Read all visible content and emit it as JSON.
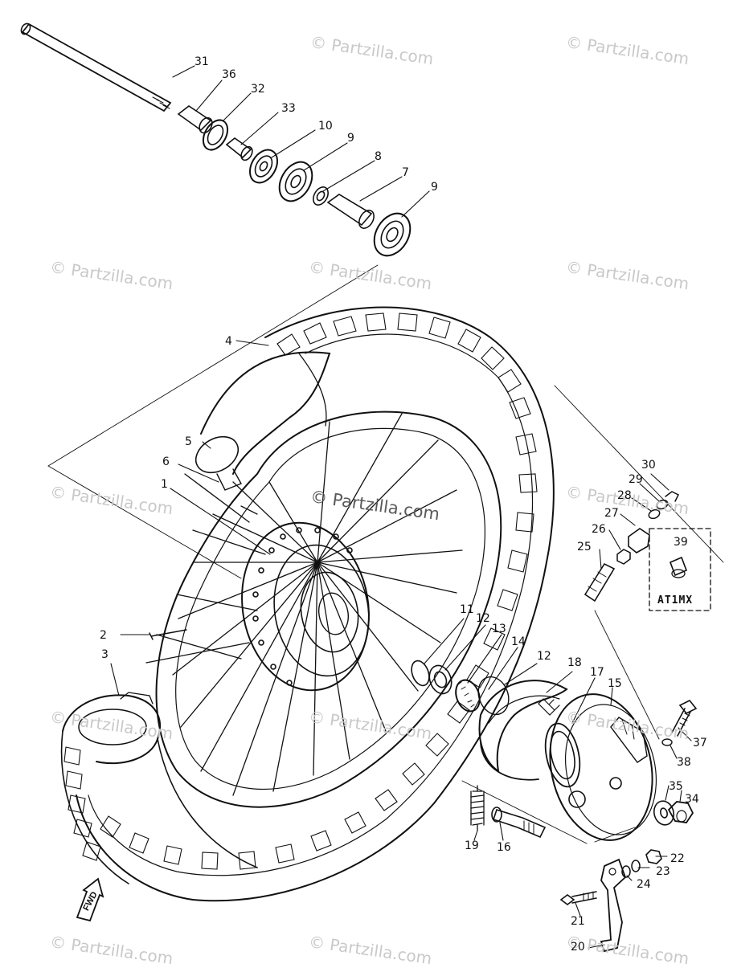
{
  "watermark": {
    "text": "© Partzilla.com",
    "center_text": "© Partzilla.com"
  },
  "callouts": [
    "31",
    "36",
    "32",
    "33",
    "10",
    "9",
    "8",
    "7",
    "9",
    "4",
    "5",
    "6",
    "1",
    "2",
    "3",
    "11",
    "12",
    "13",
    "14",
    "12",
    "18",
    "17",
    "15",
    "30",
    "29",
    "28",
    "27",
    "26",
    "25",
    "39",
    "37",
    "38",
    "35",
    "34",
    "22",
    "23",
    "24",
    "21",
    "20",
    "19",
    "16"
  ],
  "variant_label": "AT1MX",
  "direction_label": "FWD",
  "colors": {
    "ink": "#111111",
    "watermark": "#c9c9c9",
    "background": "#ffffff"
  }
}
